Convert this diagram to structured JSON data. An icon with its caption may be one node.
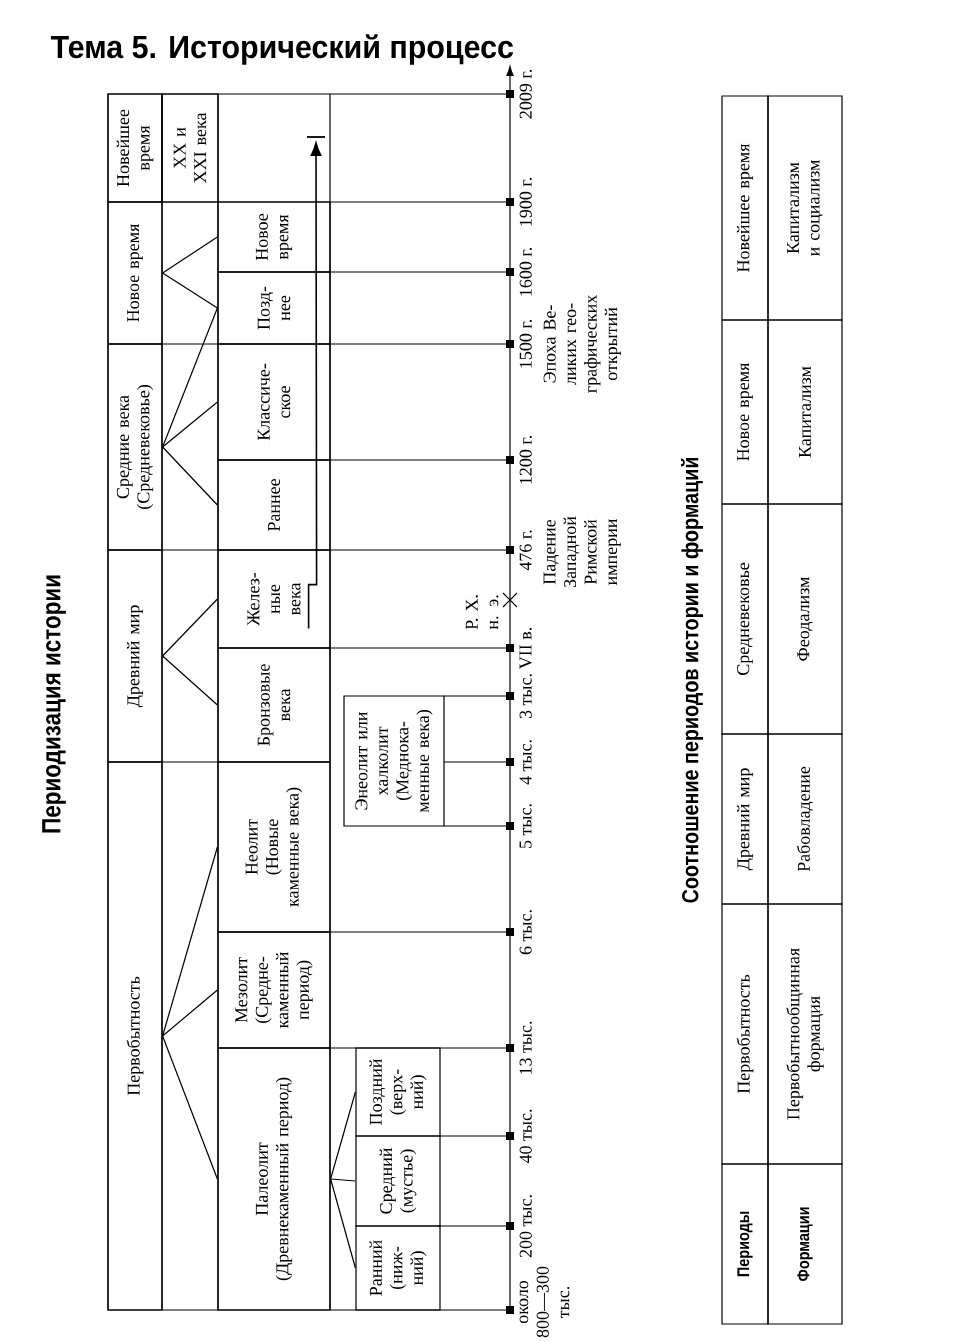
{
  "diagram": {
    "title": "Тема 5. Исторический процесс",
    "nodes": [
      {
        "text": [
          "Первобытность"
        ]
      },
      {
        "text": [
          "Древний мир"
        ]
      },
      {
        "text": [
          "Средние века",
          "(Средневековье)"
        ]
      },
      {
        "text": [
          "Новое время"
        ]
      },
      {
        "text": [
          "Новейшее время"
        ]
      },
      {
        "text": [
          "XX и XXI века"
        ]
      },
      {
        "text": [
          "Палеолит",
          "(Древнекаменный период)"
        ]
      },
      {
        "text": [
          "Мезолит",
          "(Средне-каменный период)"
        ]
      },
      {
        "text": [
          "Неолит",
          "(Новые каменные века)"
        ]
      },
      {
        "text": [
          "Бронзовые века"
        ]
      },
      {
        "text": [
          "Желез-ные века"
        ]
      },
      {
        "text": [
          "Раннее"
        ]
      },
      {
        "text": [
          "Классиче-ское"
        ]
      },
      {
        "text": [
          "Позд-нее"
        ]
      },
      {
        "text": [
          "Новое время"
        ]
      },
      {
        "text": [
          "Ранний",
          "(ниж-ний)"
        ]
      },
      {
        "text": [
          "Средний",
          "(мустье)"
        ]
      },
      {
        "text": [
          "Поздний",
          "(верх-ний)"
        ]
      },
      {
        "text": [
          "Энеолит или халколит",
          "(Меднока-менные века)"
        ]
      }
    ],
    "edges": [
      {
        "from": 0,
        "to": 6,
        "arrow": "none"
      },
      {
        "from": 0,
        "to": 7,
        "arrow": "none"
      },
      {
        "from": 0,
        "to": 8,
        "arrow": "none"
      },
      {
        "from": 1,
        "to": 9,
        "arrow": "none"
      },
      {
        "from": 1,
        "to": 10,
        "arrow": "none"
      },
      {
        "from": 2,
        "to": 11,
        "arrow": "none"
      },
      {
        "from": 2,
        "to": 12,
        "arrow": "none"
      },
      {
        "from": 2,
        "to": 13,
        "arrow": "none"
      },
      {
        "from": 3,
        "to": 13,
        "arrow": "none"
      },
      {
        "from": 3,
        "to": 14,
        "arrow": "none"
      },
      {
        "from": 6,
        "to": 15,
        "arrow": "none"
      },
      {
        "from": 6,
        "to": 16,
        "arrow": "none"
      },
      {
        "from": 6,
        "to": 17,
        "arrow": "none"
      },
      {
        "from": 10,
        "to": null,
        "arrow": "to"
      }
    ],
    "labels": [
      "Периодизация истории",
      "около 800—300 тыс.",
      "200 тыс.",
      "40 тыс.",
      "13 тыс.",
      "6 тыс.",
      "5 тыс.",
      "4 тыс.",
      "3 тыс.",
      "VII в.",
      "Р. Х. н. э.",
      "476 г.",
      "Падение Западной Римской империи",
      "1200 г.",
      "1500 г.",
      "Эпоха Ве-ликих гео-графических открытий",
      "1600 г.",
      "1900 г.",
      "2009 г.",
      "Соотношение периодов истории и формаций",
      "Периоды",
      "Первобытность",
      "Древний мир",
      "Средневековье",
      "Новое время",
      "Новейшее время",
      "Формации",
      "Первобытнообщинная формация",
      "Рабовладение",
      "Феодализм",
      "Капитализм",
      "Капитализм и социализм"
    ]
  }
}
